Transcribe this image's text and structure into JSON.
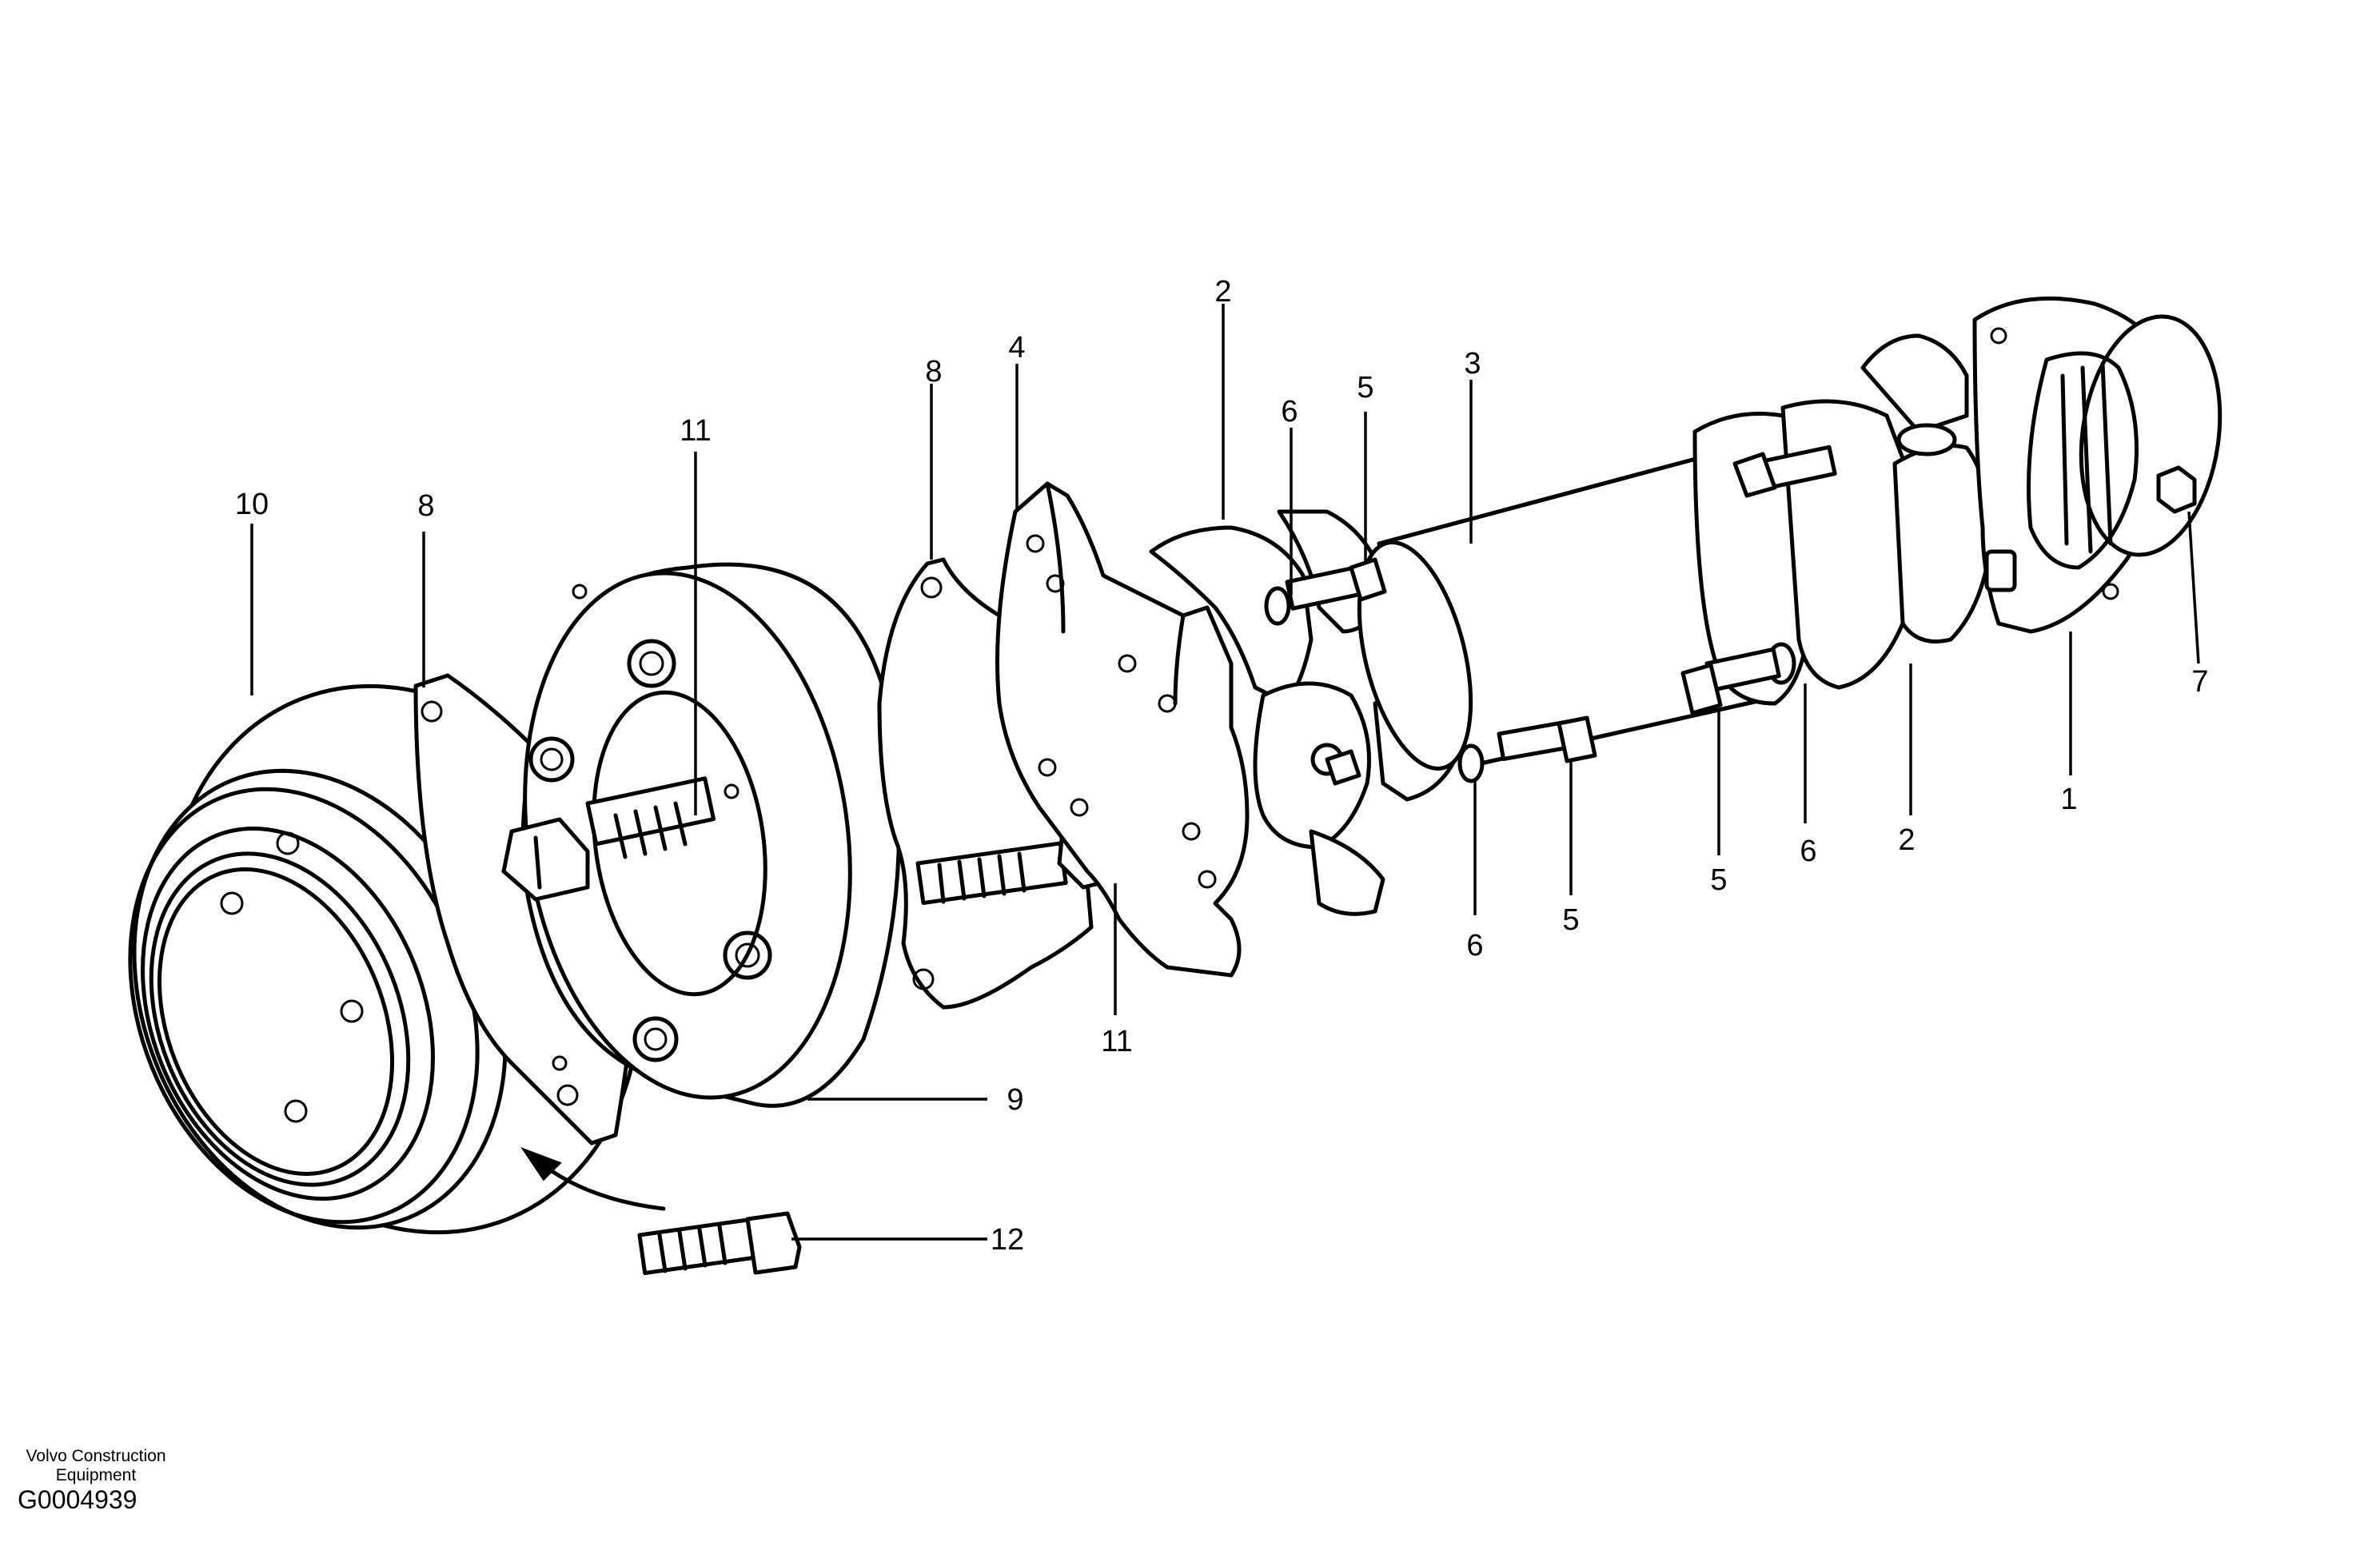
{
  "footer": {
    "company_line1": "Volvo Construction",
    "company_line2": "Equipment",
    "figure_code": "G0004939"
  },
  "callouts": {
    "c1": "1",
    "c2a": "2",
    "c2b": "2",
    "c3": "3",
    "c4": "4",
    "c5a": "5",
    "c5b": "5",
    "c5c": "5",
    "c6a": "6",
    "c6b": "6",
    "c6c": "6",
    "c7": "7",
    "c8a": "8",
    "c8b": "8",
    "c9": "9",
    "c10": "10",
    "c11a": "11",
    "c11b": "11",
    "c12": "12"
  }
}
